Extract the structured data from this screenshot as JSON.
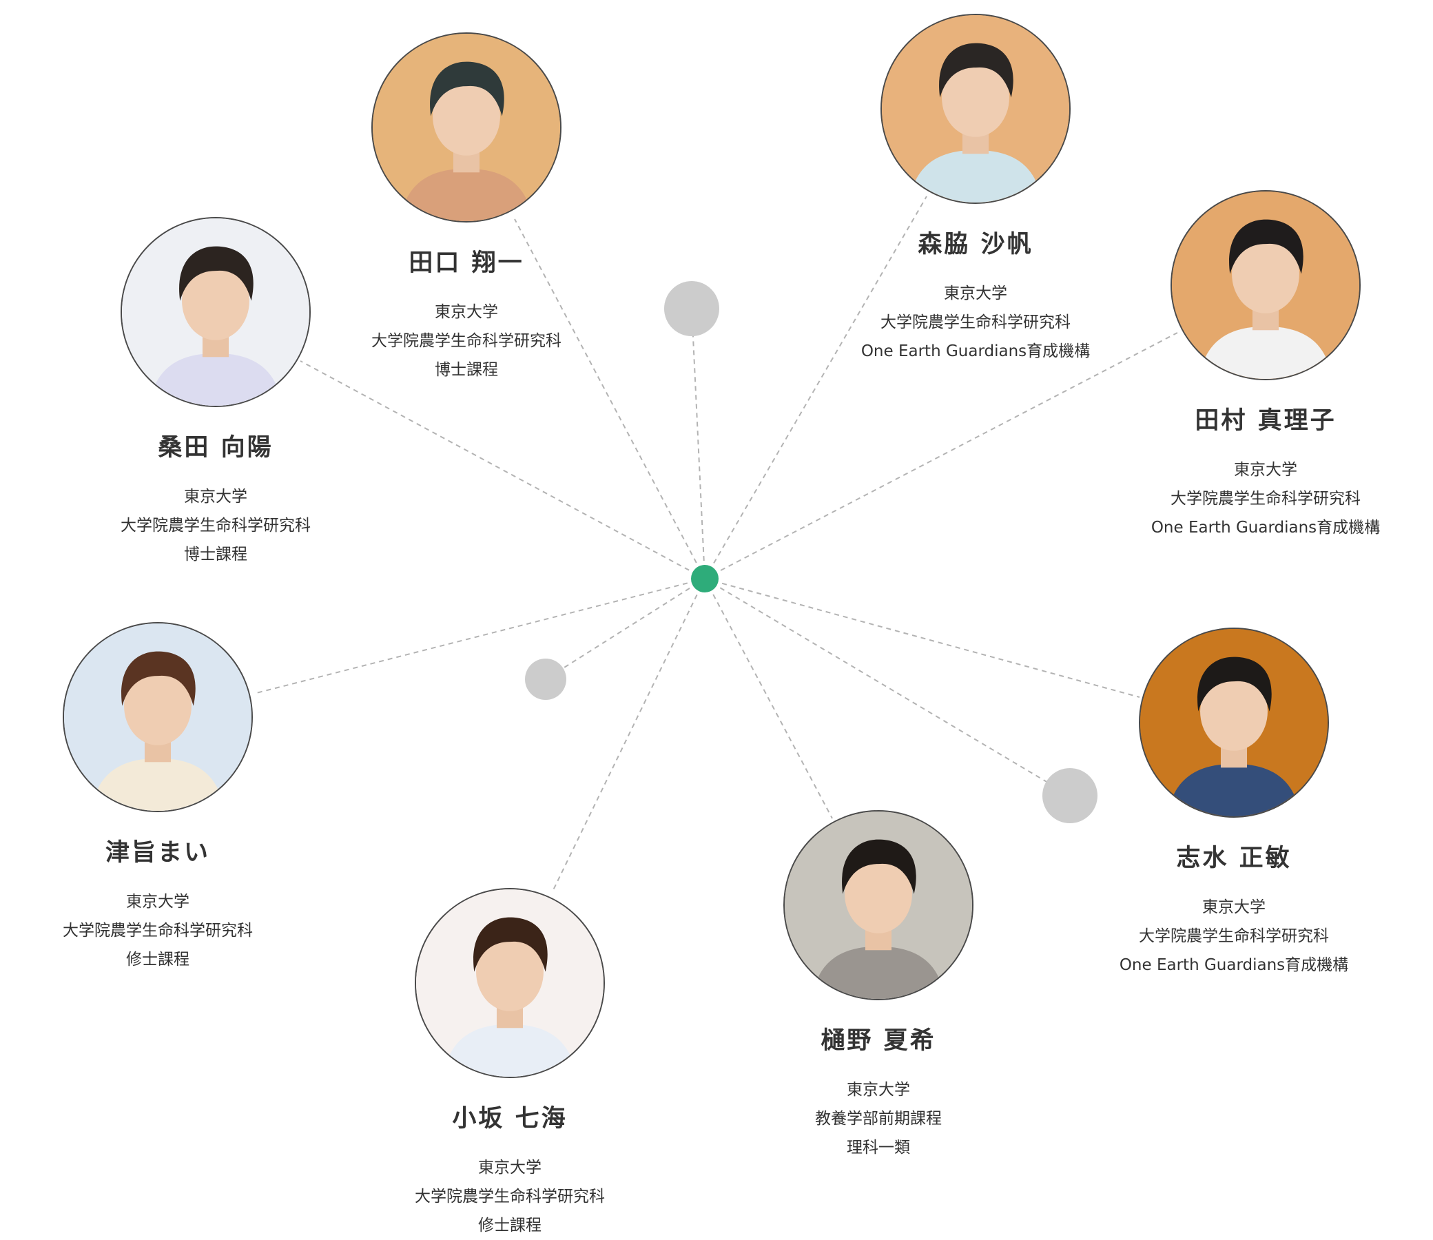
{
  "colors": {
    "hub": "#2eac7a",
    "node": "#cccccc",
    "line": "#b3b3b3",
    "border": "#4a4a4a"
  },
  "members": [
    {
      "id": "taguchi",
      "name": "田口 翔一",
      "affiliation": [
        "東京大学",
        "大学院農学生命科学研究科",
        "博士課程"
      ],
      "icon": "person-photo-icon",
      "photo_palette": [
        "#e6b47a",
        "#2f3a3a",
        "#d9a07a"
      ]
    },
    {
      "id": "moriwaki",
      "name": "森脇 沙帆",
      "affiliation": [
        "東京大学",
        "大学院農学生命科学研究科",
        "One Earth Guardians育成機構"
      ],
      "icon": "person-photo-icon",
      "photo_palette": [
        "#e8b27c",
        "#2a2624",
        "#cfe3ea"
      ]
    },
    {
      "id": "kuwata",
      "name": "桑田 向陽",
      "affiliation": [
        "東京大学",
        "大学院農学生命科学研究科",
        "博士課程"
      ],
      "icon": "person-photo-icon",
      "photo_palette": [
        "#eef0f4",
        "#2c2420",
        "#dcdcf0"
      ]
    },
    {
      "id": "tamura",
      "name": "田村 真理子",
      "affiliation": [
        "東京大学",
        "大学院農学生命科学研究科",
        "One Earth Guardians育成機構"
      ],
      "icon": "person-photo-icon",
      "photo_palette": [
        "#e4a86c",
        "#1f1c1c",
        "#f2f2f2"
      ]
    },
    {
      "id": "tsumune",
      "name": "津旨まい",
      "affiliation": [
        "東京大学",
        "大学院農学生命科学研究科",
        "修士課程"
      ],
      "icon": "person-photo-icon",
      "photo_palette": [
        "#dbe6f1",
        "#5a3422",
        "#f3ead8"
      ]
    },
    {
      "id": "shimizu",
      "name": "志水 正敏",
      "affiliation": [
        "東京大学",
        "大学院農学生命科学研究科",
        "One Earth Guardians育成機構"
      ],
      "icon": "person-photo-icon",
      "photo_palette": [
        "#c9781f",
        "#1d1a18",
        "#344e7a"
      ]
    },
    {
      "id": "hino",
      "name": "樋野 夏希",
      "affiliation": [
        "東京大学",
        "教養学部前期課程",
        "理科一類"
      ],
      "icon": "person-photo-icon",
      "photo_palette": [
        "#c7c4bc",
        "#1f1a17",
        "#9a9590"
      ]
    },
    {
      "id": "kosaka",
      "name": "小坂 七海",
      "affiliation": [
        "東京大学",
        "大学院農学生命科学研究科",
        "修士課程"
      ],
      "icon": "person-photo-icon",
      "photo_palette": [
        "#f6f1ef",
        "#3b2418",
        "#e8eef6"
      ]
    }
  ]
}
